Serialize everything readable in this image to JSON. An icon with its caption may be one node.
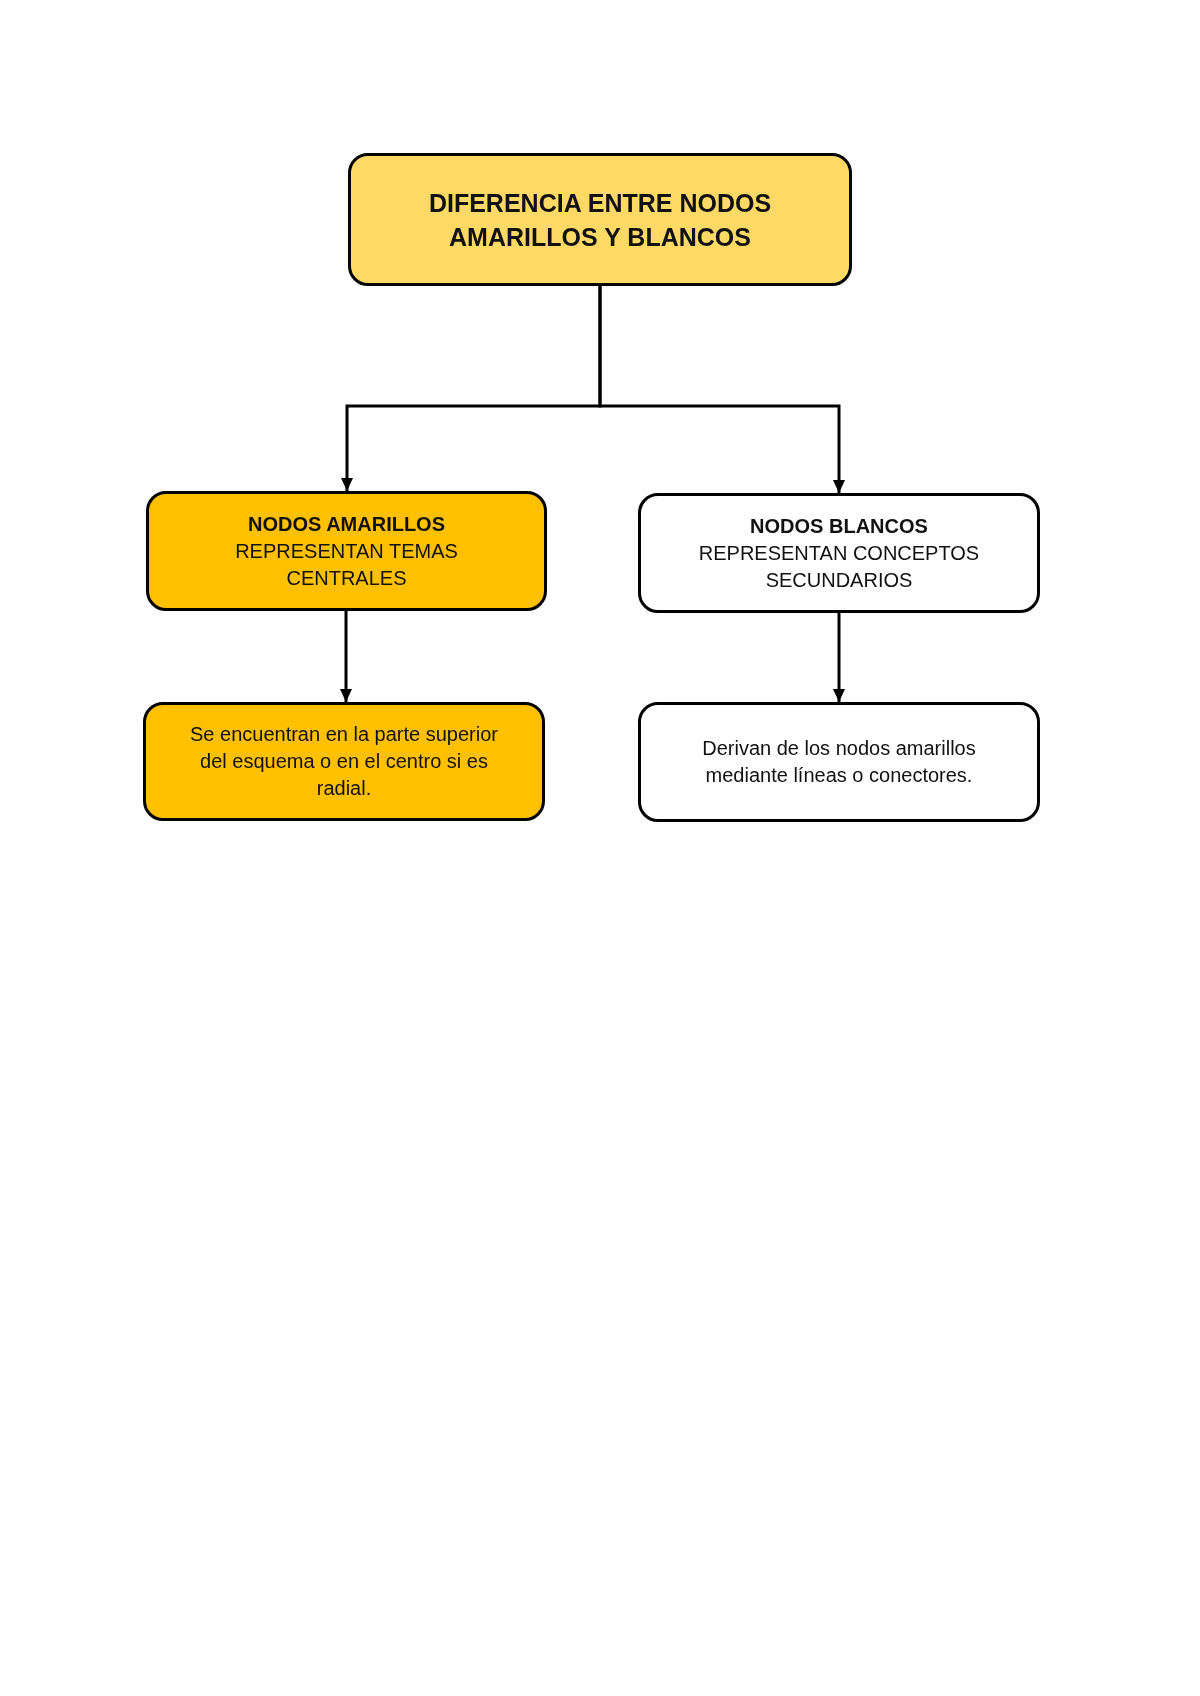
{
  "diagram": {
    "nodes": [
      {
        "text": [
          "DIFERENCIA ENTRE NODOS AMARILLOS Y BLANCOS"
        ]
      },
      {
        "text": [
          "NODOS AMARILLOS",
          "REPRESENTAN TEMAS CENTRALES"
        ]
      },
      {
        "text": [
          "NODOS BLANCOS",
          "REPRESENTAN CONCEPTOS SECUNDARIOS"
        ]
      },
      {
        "text": [
          "Se encuentran en la parte superior del esquema o en el centro si es radial."
        ]
      },
      {
        "text": [
          "Derivan de los nodos amarillos mediante líneas o conectores."
        ]
      }
    ],
    "edges": [
      {
        "from": 0,
        "to": 1,
        "arrow": "to"
      },
      {
        "from": 0,
        "to": 2,
        "arrow": "to"
      },
      {
        "from": 1,
        "to": 3,
        "arrow": "to"
      },
      {
        "from": 2,
        "to": 4,
        "arrow": "to"
      }
    ]
  }
}
